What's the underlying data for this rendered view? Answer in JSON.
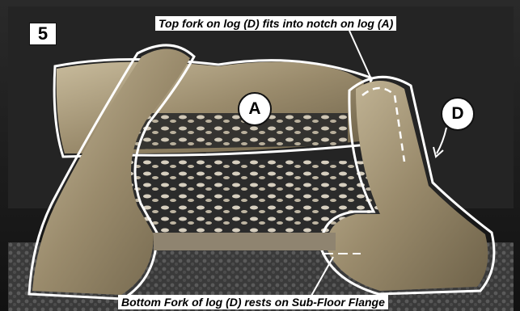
{
  "step": {
    "number": "5"
  },
  "callouts": {
    "top": "Top fork on log (D) fits into notch on log (A)",
    "bottom": "Bottom  Fork of log (D) rests on Sub-Floor Flange"
  },
  "badges": {
    "log_a": "A",
    "log_d": "D"
  },
  "colors": {
    "background": "#1a1a1a",
    "log": "#a8997c",
    "outline": "#ffffff",
    "embers": "#cfc6b3"
  }
}
